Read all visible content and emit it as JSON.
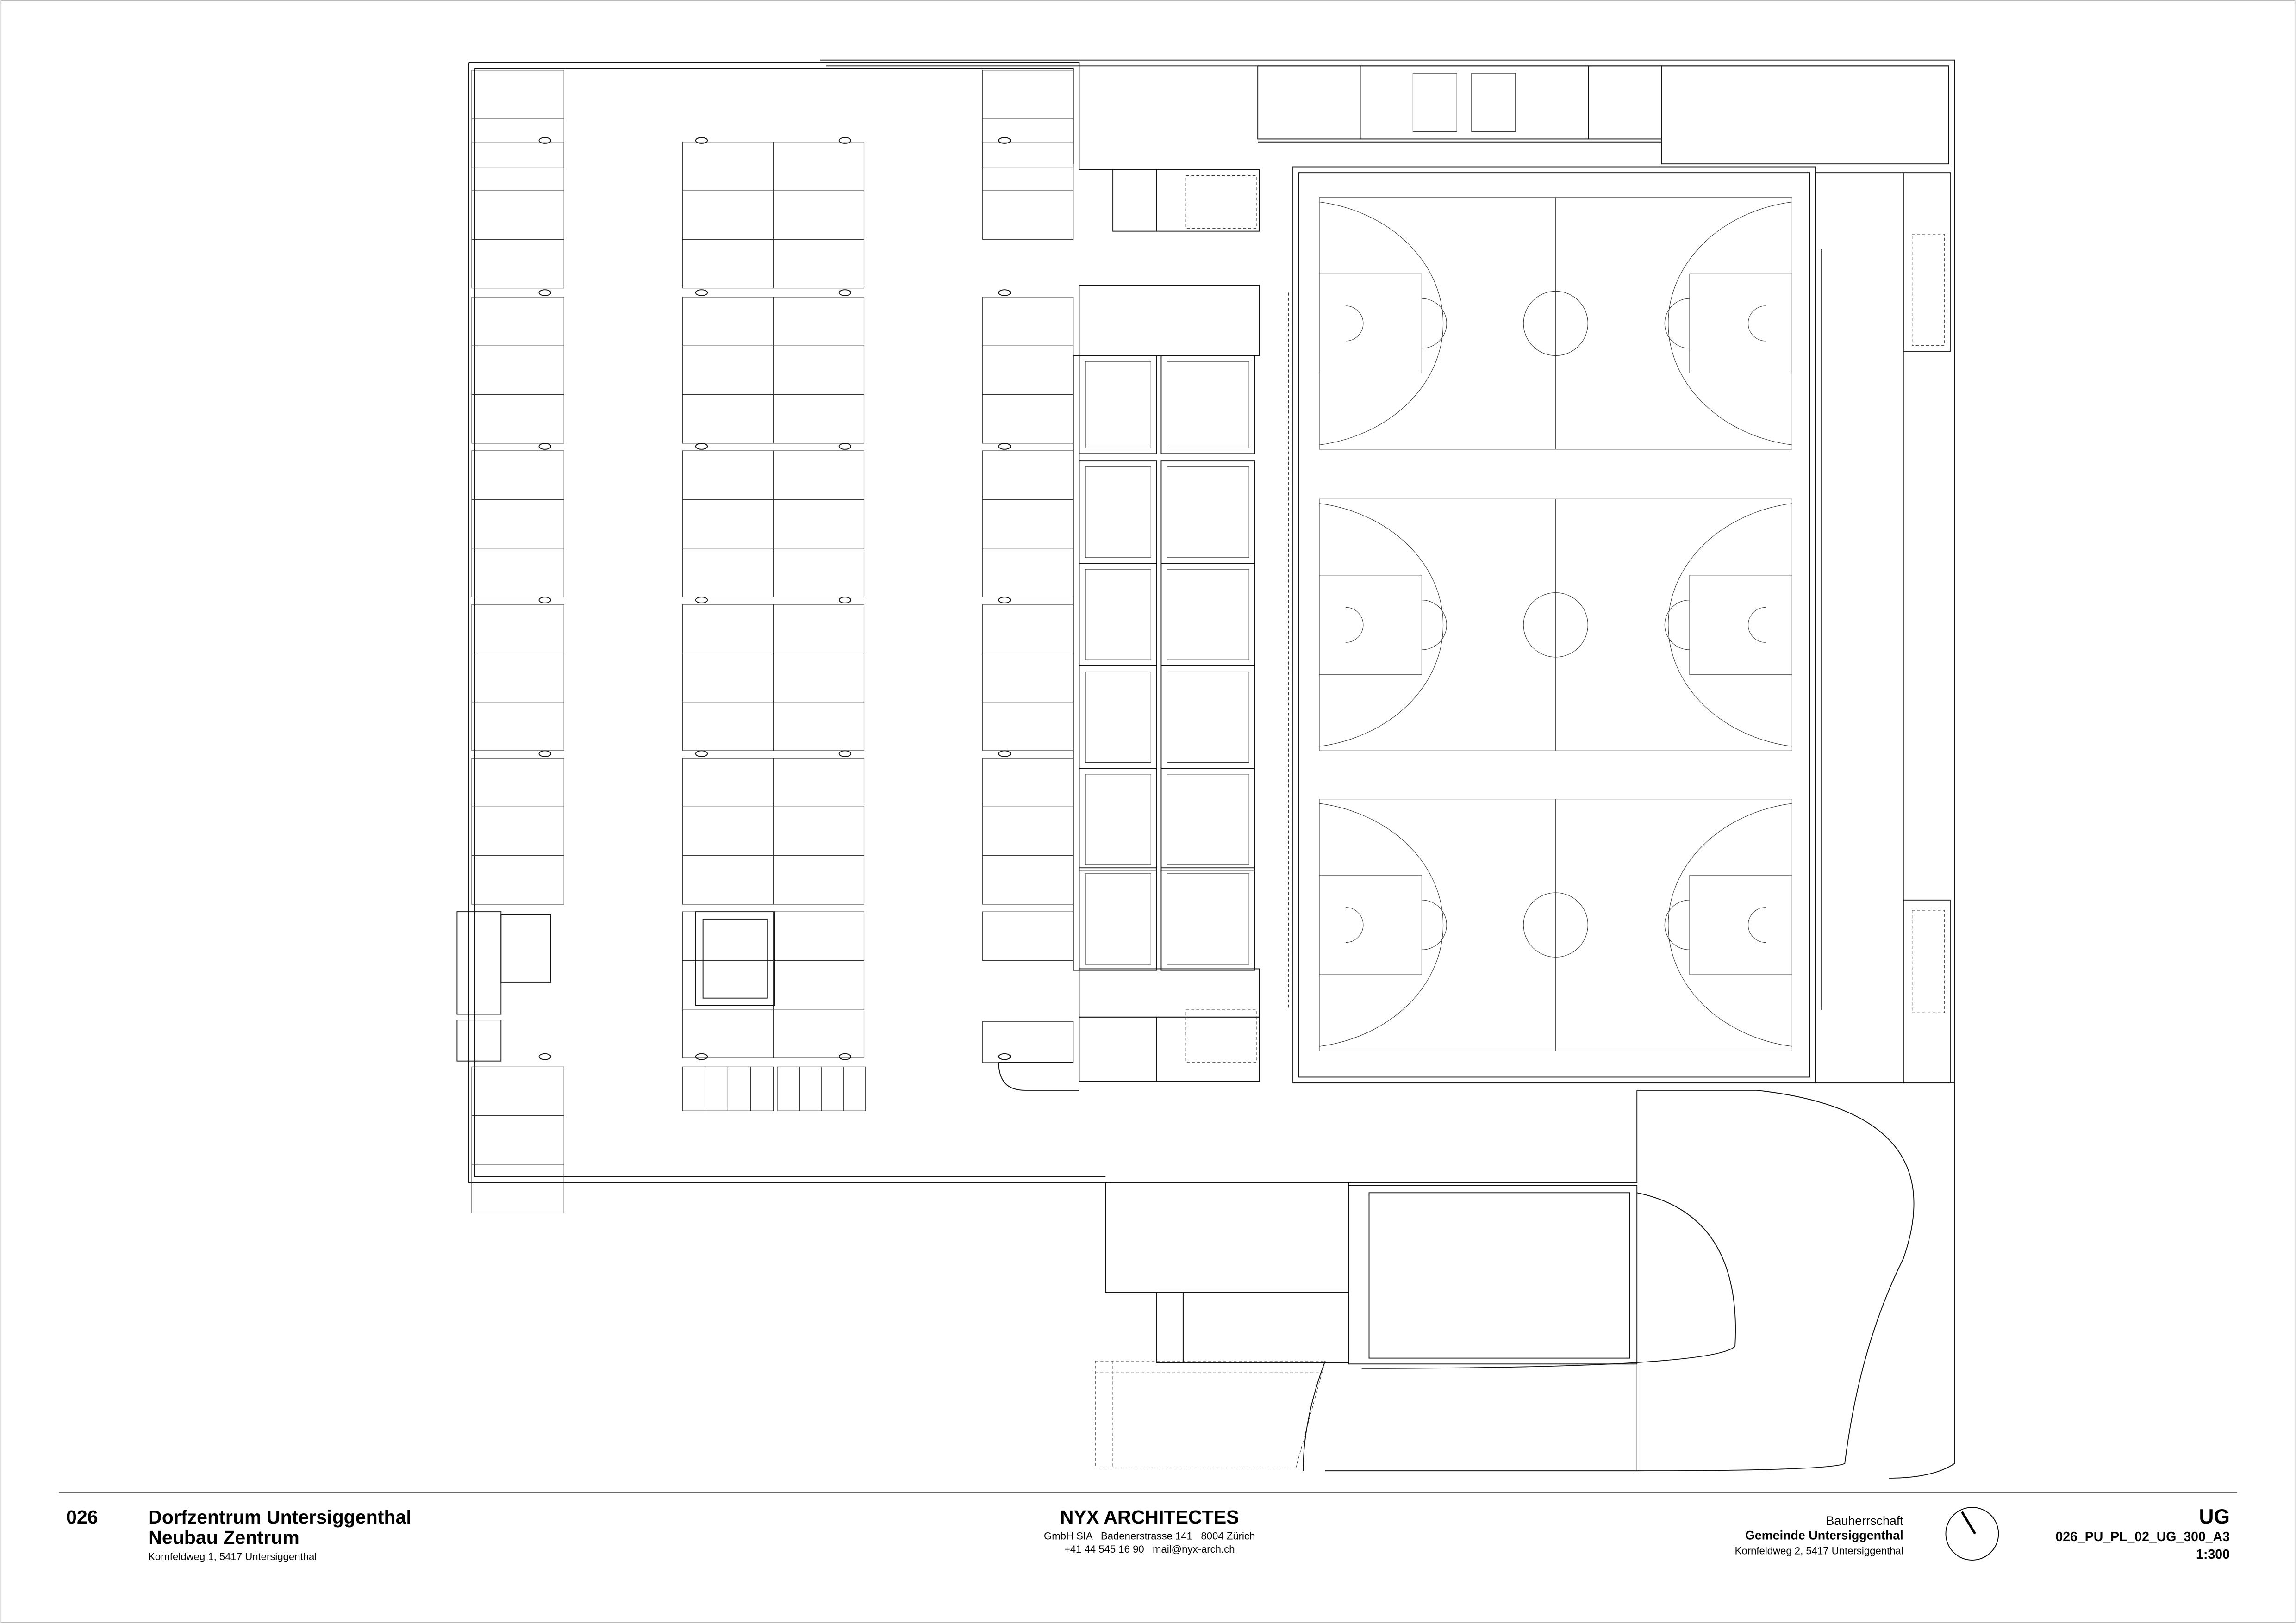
{
  "title_block": {
    "project_number": "026",
    "project_title": "Dorfzentrum Untersiggenthal",
    "project_subtitle": "Neubau Zentrum",
    "project_address": "Kornfeldweg 1, 5417 Untersiggenthal",
    "architect": {
      "name": "NYX ARCHITECTES",
      "line1": "GmbH SIA   Badenerstrasse 141   8004 Zürich",
      "line2": "+41 44 545 16 90   mail@nyx-arch.ch"
    },
    "client": {
      "label": "Bauherrschaft",
      "name": "Gemeinde Untersiggenthal",
      "address": "Kornfeldweg 2, 5417 Untersiggenthal"
    },
    "floor": "UG",
    "drawing_code": "026_PU_PL_02_UG_300_A3",
    "scale": "1:300"
  },
  "north_arrow": {
    "icon": "north-arrow-icon"
  }
}
